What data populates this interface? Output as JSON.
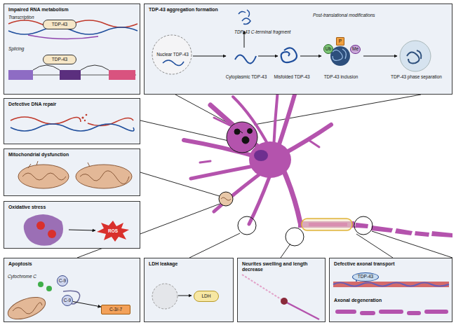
{
  "diagram": {
    "nodes": [
      {
        "text": [
          "Impaired RNA metabolism",
          "Transcription",
          "Splicing"
        ]
      },
      {
        "text": [
          "TDP-43"
        ],
        "in": 0
      },
      {
        "text": [
          "TDP-43"
        ],
        "in": 0
      },
      {
        "text": [
          "TDP-43 aggregation formation",
          "TDP-43 C-terminal fragment",
          "Post-translational modifications",
          "Nuclear TDP-43",
          "Cytoplasmic TDP-43",
          "Misfolded TDP-43",
          "TDP-43 inclusion",
          "TDP-43 phase separation"
        ]
      },
      {
        "text": [
          "Ub"
        ],
        "in": 3
      },
      {
        "text": [
          "P"
        ],
        "in": 3
      },
      {
        "text": [
          "Me"
        ],
        "in": 3
      },
      {
        "text": [
          "Defective DNA repair"
        ]
      },
      {
        "text": [
          "Mitochondrial dysfunction"
        ]
      },
      {
        "text": [
          "Oxidative stress"
        ]
      },
      {
        "text": [
          "ROS"
        ],
        "in": 9
      },
      {
        "text": [
          "Apoptosis",
          "Cytochrome C"
        ]
      },
      {
        "text": [
          "C-9"
        ],
        "in": 11
      },
      {
        "text": [
          "C-9"
        ],
        "in": 11
      },
      {
        "text": [
          "C-3/-7"
        ],
        "in": 11
      },
      {
        "text": [
          "LDH leakage"
        ]
      },
      {
        "text": [
          "LDH"
        ],
        "in": 15
      },
      {
        "text": [
          "Neurites swelling and length decrease"
        ]
      },
      {
        "text": [
          "Defective axonal transport",
          "Axonal degeneration"
        ]
      },
      {
        "text": [
          "TDP-43"
        ],
        "in": 18
      }
    ],
    "edges": [
      {
        "from": 13,
        "to": 14,
        "arrow": "to"
      }
    ]
  }
}
